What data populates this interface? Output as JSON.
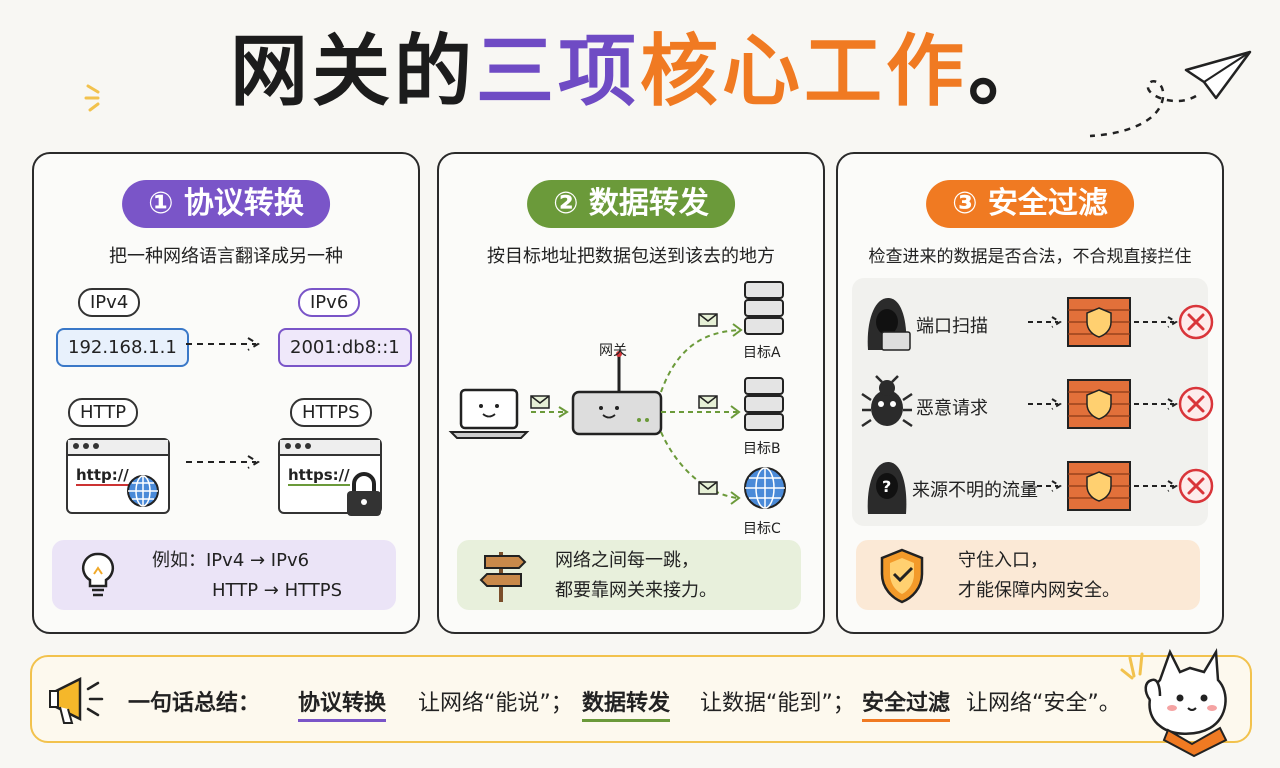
{
  "title": {
    "part1": "网关的",
    "part2": "三项",
    "part3": "核心工作",
    "part4": "。"
  },
  "panels": [
    {
      "badge": "① 协议转换",
      "color": "#7a55c8",
      "subtitle": "把一种网络语言翻译成另一种",
      "ipv4_label": "IPv4",
      "ipv6_label": "IPv6",
      "ipv4_addr": "192.168.1.1",
      "ipv6_addr": "2001:db8::1",
      "http_label": "HTTP",
      "https_label": "HTTPS",
      "http_url": "http://",
      "https_url": "https://",
      "note_line1": "例如：IPv4 → IPv6",
      "note_line2": "HTTP → HTTPS"
    },
    {
      "badge": "② 数据转发",
      "color": "#6b9a3a",
      "subtitle": "按目标地址把数据包送到该去的地方",
      "gateway_label": "网关",
      "targets": [
        "目标A",
        "目标B",
        "目标C"
      ],
      "note_line1": "网络之间每一跳，",
      "note_line2": "都要靠网关来接力。"
    },
    {
      "badge": "③ 安全过滤",
      "color": "#f07a22",
      "subtitle": "检查进来的数据是否合法，不合规直接拦住",
      "threats": [
        "端口扫描",
        "恶意请求",
        "来源不明的流量"
      ],
      "note_line1": "守住入口，",
      "note_line2": "才能保障内网安全。"
    }
  ],
  "summary": {
    "lead": "一句话总结：",
    "p1_key": "协议转换",
    "p1_text": "让网络“能说”；",
    "p2_key": "数据转发",
    "p2_text": "让数据“能到”；",
    "p3_key": "安全过滤",
    "p3_text": "让网络“安全”。"
  },
  "colors": {
    "purple": "#7a55c8",
    "green": "#6b9a3a",
    "orange": "#f07a22",
    "blue_box": "#3a78c8",
    "red_x": "#d9353a",
    "firewall": "#e2703a"
  }
}
